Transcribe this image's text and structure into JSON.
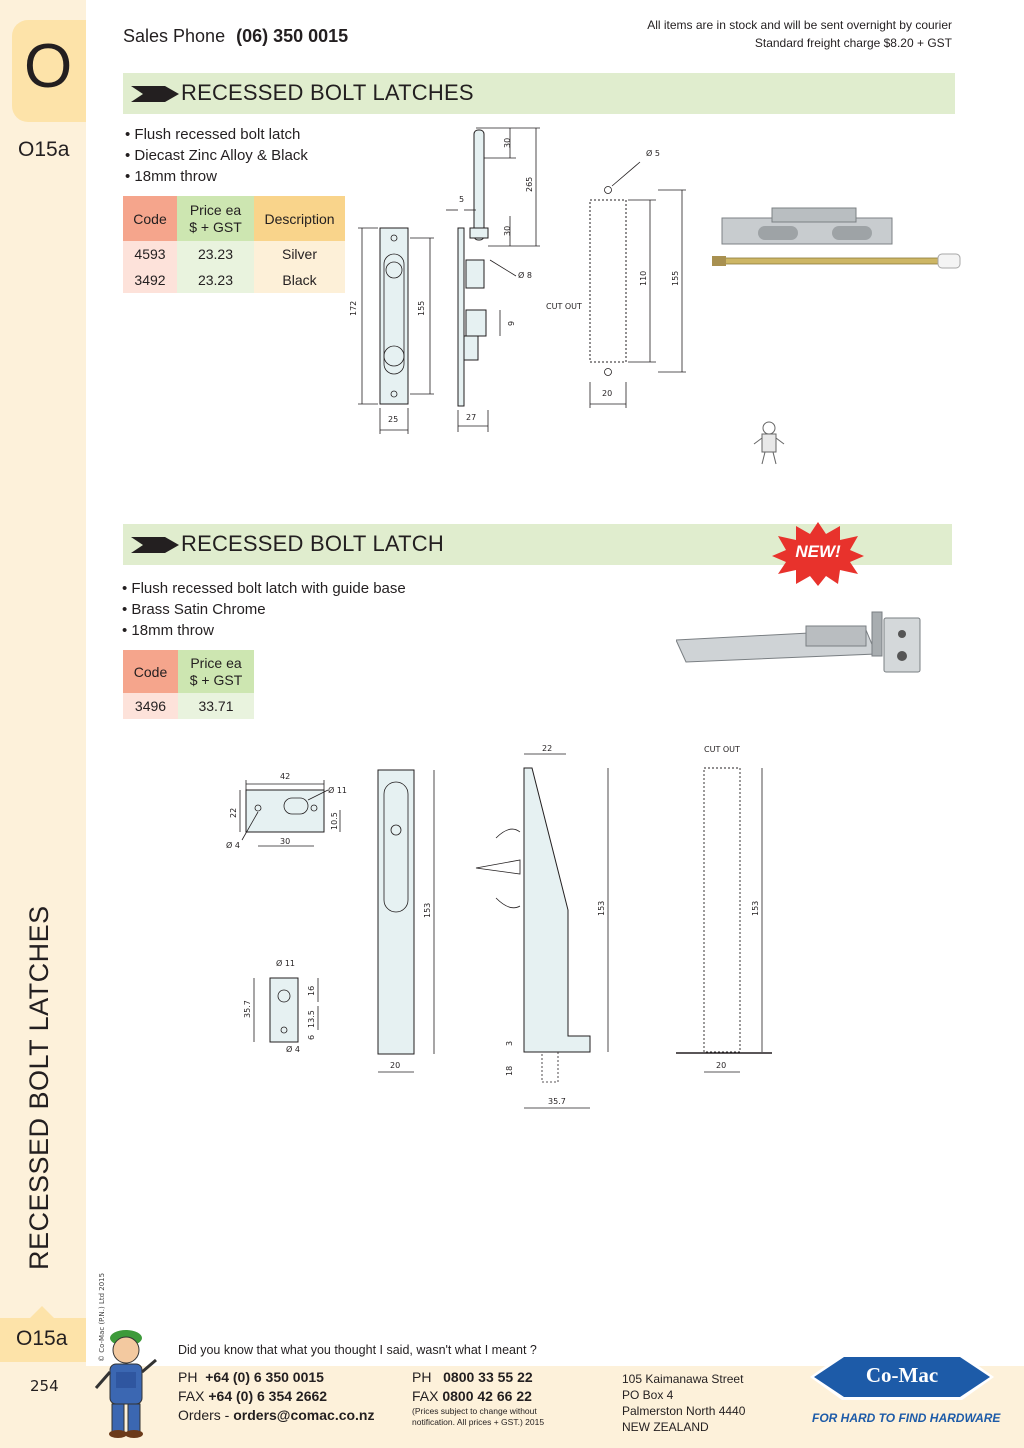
{
  "sidebar": {
    "section_letter": "O",
    "page_code": "O15a",
    "vertical_title": "RECESSED BOLT LATCHES",
    "copyright": "© Co-Mac (P.N.) Ltd 2015",
    "bottom_code": "O15a",
    "page_number": "254"
  },
  "header": {
    "sales_label": "Sales Phone",
    "sales_phone": "(06) 350 0015",
    "stock_line1": "All items are in stock and will be sent overnight by courier",
    "stock_line2": "Standard freight charge $8.20 + GST"
  },
  "section1": {
    "title": "RECESSED BOLT LATCHES",
    "bullets": [
      "• Flush recessed bolt latch",
      "• Diecast Zinc Alloy & Black",
      "• 18mm throw"
    ],
    "table": {
      "headers": {
        "code": "Code",
        "price_line1": "Price ea",
        "price_line2": "$ + GST",
        "desc": "Description"
      },
      "rows": [
        {
          "code": "4593",
          "price": "23.23",
          "desc": "Silver"
        },
        {
          "code": "3492",
          "price": "23.23",
          "desc": "Black"
        }
      ]
    },
    "dims": {
      "d172": "172",
      "d155a": "155",
      "d25": "25",
      "d27": "27",
      "d5": "5",
      "d30a": "30",
      "d265": "265",
      "d30b": "30",
      "d8": "Ø 8",
      "d9": "9",
      "d05": "Ø 5",
      "cutout": "CUT OUT",
      "d110": "110",
      "d155b": "155",
      "d20": "20"
    }
  },
  "section2": {
    "title": "RECESSED BOLT LATCH",
    "badge": "NEW!",
    "bullets": [
      "• Flush recessed bolt latch with guide base",
      "• Brass Satin Chrome",
      "• 18mm throw"
    ],
    "table": {
      "headers": {
        "code": "Code",
        "price_line1": "Price ea",
        "price_line2": "$ + GST"
      },
      "rows": [
        {
          "code": "3496",
          "price": "33.71"
        }
      ]
    },
    "dims": {
      "d42": "42",
      "d11a": "Ø 11",
      "d22a": "22",
      "d105": "10.5",
      "d4a": "Ø 4",
      "d30": "30",
      "d11b": "Ø 11",
      "d357a": "35.7",
      "d16": "16",
      "d135": "13.5",
      "d6": "6",
      "d4b": "Ø 4",
      "d153a": "153",
      "d20a": "20",
      "d22b": "22",
      "d153b": "153",
      "d3": "3",
      "d18": "18",
      "d357b": "35.7",
      "cutout": "CUT OUT",
      "d153c": "153",
      "d20b": "20"
    }
  },
  "footer": {
    "question": "Did you know that what you thought I said, wasn't what I meant ?",
    "ph_label": "PH",
    "ph_value": "+64 (0) 6 350 0015",
    "fax_label": "FAX",
    "fax_value": "+64 (0) 6 354 2662",
    "orders_label": "Orders -",
    "orders_value": "orders@comac.co.nz",
    "ph2_label": "PH",
    "ph2_value": "0800 33 55 22",
    "fax2_label": "FAX",
    "fax2_value": "0800 42 66 22",
    "note_line1": "(Prices subject to change without",
    "note_line2": "notification. All prices + GST.)  2015",
    "addr1": "105 Kaimanawa Street",
    "addr2": "PO Box 4",
    "addr3": "Palmerston North 4440",
    "addr4": "NEW ZEALAND",
    "brand": "Co-Mac",
    "tagline": "FOR HARD TO FIND HARDWARE"
  },
  "colors": {
    "sidebar_bg": "#fdf1da",
    "tab_bg": "#fde3a9",
    "section_bar": "#e0edce",
    "brand_blue": "#1d5ba8",
    "badge_red": "#e8322c"
  }
}
